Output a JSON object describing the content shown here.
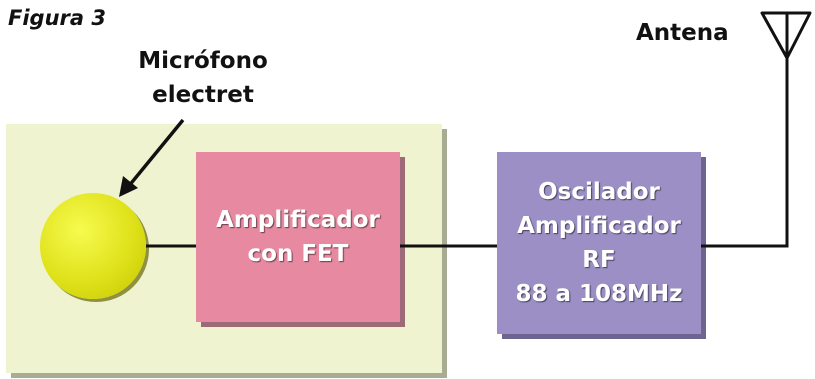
{
  "figure_label": "Figura 3",
  "microphone": {
    "label_line1": "Micrófono",
    "label_line2": "electret"
  },
  "antenna": {
    "label": "Antena"
  },
  "blocks": {
    "amplifier": {
      "line1": "Amplificador",
      "line2": "con FET"
    },
    "oscillator": {
      "line1": "Oscilador",
      "line2": "Amplificador",
      "line3": "RF",
      "line4": "88 a 108MHz"
    }
  },
  "colors": {
    "panel": "#eff3cf",
    "amplifier_block": "#e78aa1",
    "oscillator_block": "#9b8fc5",
    "microphone": "#dfe11a"
  }
}
